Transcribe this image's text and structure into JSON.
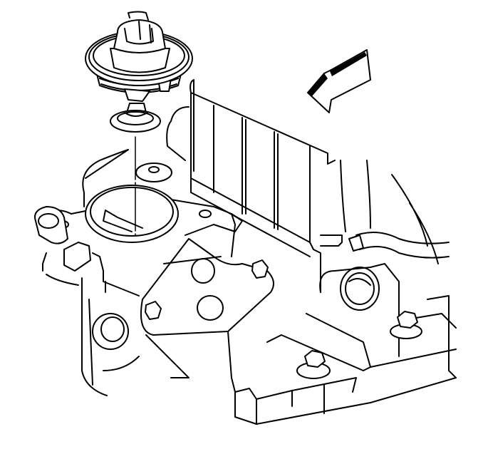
{
  "diagram": {
    "subject": "thermostat-removal-illustration",
    "colors": {
      "line": "#000000",
      "background": "#ffffff"
    },
    "components": [
      {
        "id": "thermostat",
        "icon": "thermostat-icon"
      },
      {
        "id": "thermostat-seal",
        "icon": "seal-icon"
      },
      {
        "id": "direction-arrow",
        "icon": "arrow-icon"
      },
      {
        "id": "thermostat-housing",
        "icon": "housing-icon"
      },
      {
        "id": "bracket",
        "icon": "bracket-icon"
      },
      {
        "id": "bolts",
        "icon": "bolt-icon"
      },
      {
        "id": "coolant-pipe",
        "icon": "pipe-icon"
      }
    ]
  }
}
